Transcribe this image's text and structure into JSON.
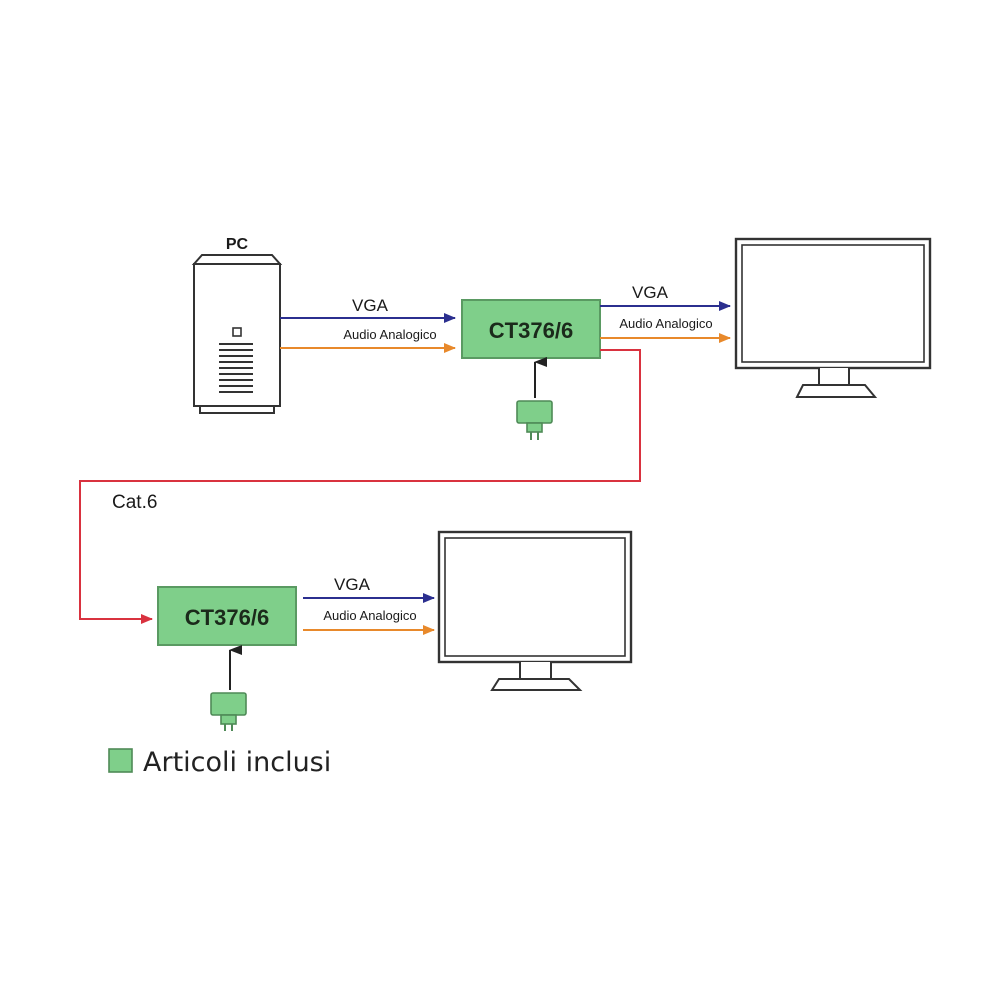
{
  "colors": {
    "device_fill": "#7fcf8a",
    "device_stroke": "#5a9a62",
    "vga_line": "#2b2f8f",
    "audio_line": "#e8892b",
    "cat6_line": "#d9323f",
    "power_line": "#222222"
  },
  "pc": {
    "label": "PC"
  },
  "transmitter": {
    "label": "CT376/6",
    "input_vga_label": "VGA",
    "input_audio_label": "Audio Analogico",
    "output_vga_label": "VGA",
    "output_audio_label": "Audio Analogico"
  },
  "link": {
    "label": "Cat.6"
  },
  "receiver": {
    "label": "CT376/6",
    "output_vga_label": "VGA",
    "output_audio_label": "Audio Analogico"
  },
  "legend": {
    "label": "Articoli inclusi"
  }
}
